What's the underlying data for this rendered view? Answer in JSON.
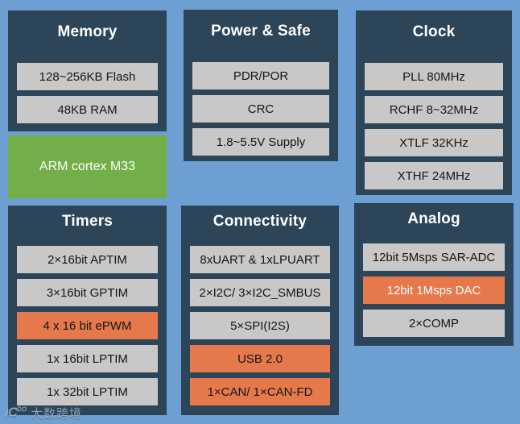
{
  "colors": {
    "bg": "#6D9FD2",
    "panel": "#2C4558",
    "item": "#C8C8C8",
    "green": "#72AF49",
    "orange": "#E5794B"
  },
  "panels": {
    "memory": {
      "title": "Memory",
      "items": [
        {
          "label": "128~256KB Flash",
          "variant": "gray"
        },
        {
          "label": "48KB RAM",
          "variant": "gray"
        }
      ]
    },
    "power_safe": {
      "title": "Power & Safe",
      "items": [
        {
          "label": "PDR/POR",
          "variant": "gray"
        },
        {
          "label": "CRC",
          "variant": "gray"
        },
        {
          "label": "1.8~5.5V Supply",
          "variant": "gray"
        }
      ]
    },
    "clock": {
      "title": "Clock",
      "items": [
        {
          "label": "PLL 80MHz",
          "variant": "gray"
        },
        {
          "label": "RCHF 8~32MHz",
          "variant": "gray"
        },
        {
          "label": "XTLF 32KHz",
          "variant": "gray"
        },
        {
          "label": "XTHF 24MHz",
          "variant": "gray"
        }
      ]
    },
    "timers": {
      "title": "Timers",
      "items": [
        {
          "label": "2×16bit APTIM",
          "variant": "gray"
        },
        {
          "label": "3×16bit GPTIM",
          "variant": "gray"
        },
        {
          "label": "4 x 16 bit ePWM",
          "variant": "orange"
        },
        {
          "label": "1x 16bit  LPTIM",
          "variant": "gray"
        },
        {
          "label": "1x 32bit  LPTIM",
          "variant": "gray"
        }
      ]
    },
    "connectivity": {
      "title": "Connectivity",
      "items": [
        {
          "label": "8xUART & 1xLPUART",
          "variant": "gray"
        },
        {
          "label": "2×I2C/ 3×I2C_SMBUS",
          "variant": "gray"
        },
        {
          "label": "5×SPI(I2S)",
          "variant": "gray"
        },
        {
          "label": "USB 2.0",
          "variant": "orange"
        },
        {
          "label": "1×CAN/ 1×CAN-FD",
          "variant": "orange"
        }
      ]
    },
    "analog": {
      "title": "Analog",
      "items": [
        {
          "label": "12bit 5Msps SAR-ADC",
          "variant": "gray"
        },
        {
          "label": "12bit 1Msps DAC",
          "variant": "orange-white-text"
        },
        {
          "label": "2×COMP",
          "variant": "gray"
        }
      ]
    }
  },
  "cpu_block": {
    "label": "ARM cortex M33"
  },
  "watermark": {
    "logo": "ıC",
    "logo_sup": "DO",
    "text": "大数跨境"
  }
}
